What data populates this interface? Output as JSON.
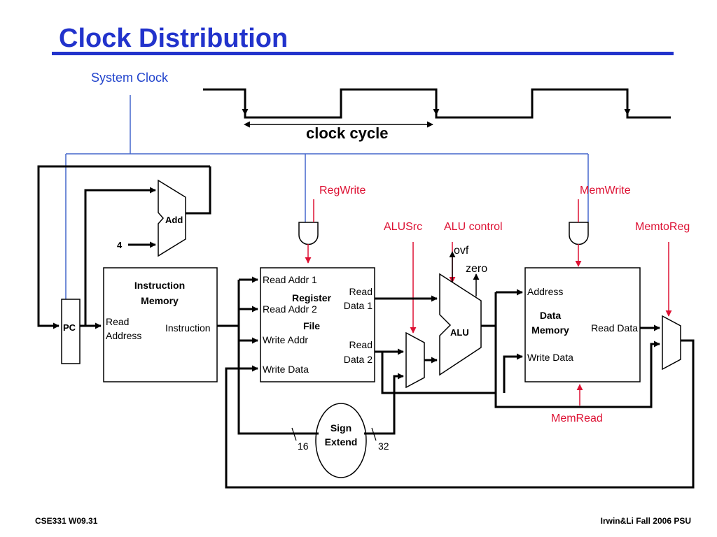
{
  "title": "Clock Distribution",
  "clock": {
    "system_clock_label": "System Clock",
    "clock_cycle_label": "clock cycle"
  },
  "blocks": {
    "pc": "PC",
    "add": "Add",
    "const_four": "4",
    "imem_title_1": "Instruction",
    "imem_title_2": "Memory",
    "imem_read_1": "Read",
    "imem_read_2": "Address",
    "imem_out": "Instruction",
    "reg_in_1": "Read Addr 1",
    "reg_in_2": "Read Addr 2",
    "reg_in_3": "Write Addr",
    "reg_in_4": "Write Data",
    "reg_title_1": "Register",
    "reg_title_2": "File",
    "reg_out_1a": "Read",
    "reg_out_1b": "Data 1",
    "reg_out_2a": "Read",
    "reg_out_2b": "Data 2",
    "alu": "ALU",
    "ovf": "ovf",
    "zero": "zero",
    "dmem_addr": "Address",
    "dmem_title_1": "Data",
    "dmem_title_2": "Memory",
    "dmem_read": "Read Data",
    "dmem_write": "Write Data",
    "sign_1": "Sign",
    "sign_2": "Extend",
    "width_16": "16",
    "width_32": "32"
  },
  "controls": {
    "regwrite": "RegWrite",
    "memwrite": "MemWrite",
    "alusrc": "ALUSrc",
    "alu_control": "ALU control",
    "memtoreg": "MemtoReg",
    "memread": "MemRead"
  },
  "footer": {
    "left": "CSE331  W09.31",
    "right": "Irwin&Li Fall 2006 PSU"
  },
  "colors": {
    "title": "#2233cc",
    "clock_wire": "#4466cc",
    "control_signal": "#dd1133"
  }
}
